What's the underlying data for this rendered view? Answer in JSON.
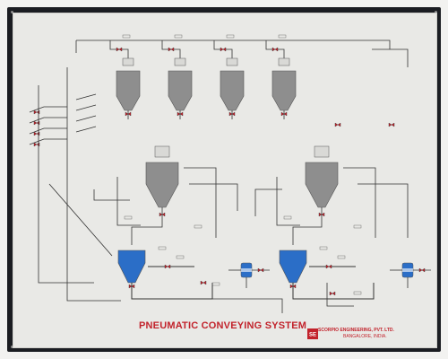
{
  "panel": {
    "title": "PNEUMATIC CONVEYING SYSTEM",
    "company_name": "SCORPIO ENGINEERING, PVT. LTD.",
    "company_city": "BANGALORE, INDIA.",
    "company_addr": "",
    "logo_letters": "SE",
    "colors": {
      "board": "#1b1d22",
      "panel": "#e9e9e6",
      "storage_silo": "#8e8e8e",
      "receiver_hopper": "#8e8e8e",
      "blow_vessel": "#2b6ec7",
      "pipe": "#333333",
      "valve_mark": "#c2222b",
      "title_text": "#c2222b"
    },
    "components": {
      "storage_silos": 4,
      "receiver_hoppers": 2,
      "blow_vessels": 2,
      "filter_units": 2,
      "valve_groups": 8
    }
  }
}
